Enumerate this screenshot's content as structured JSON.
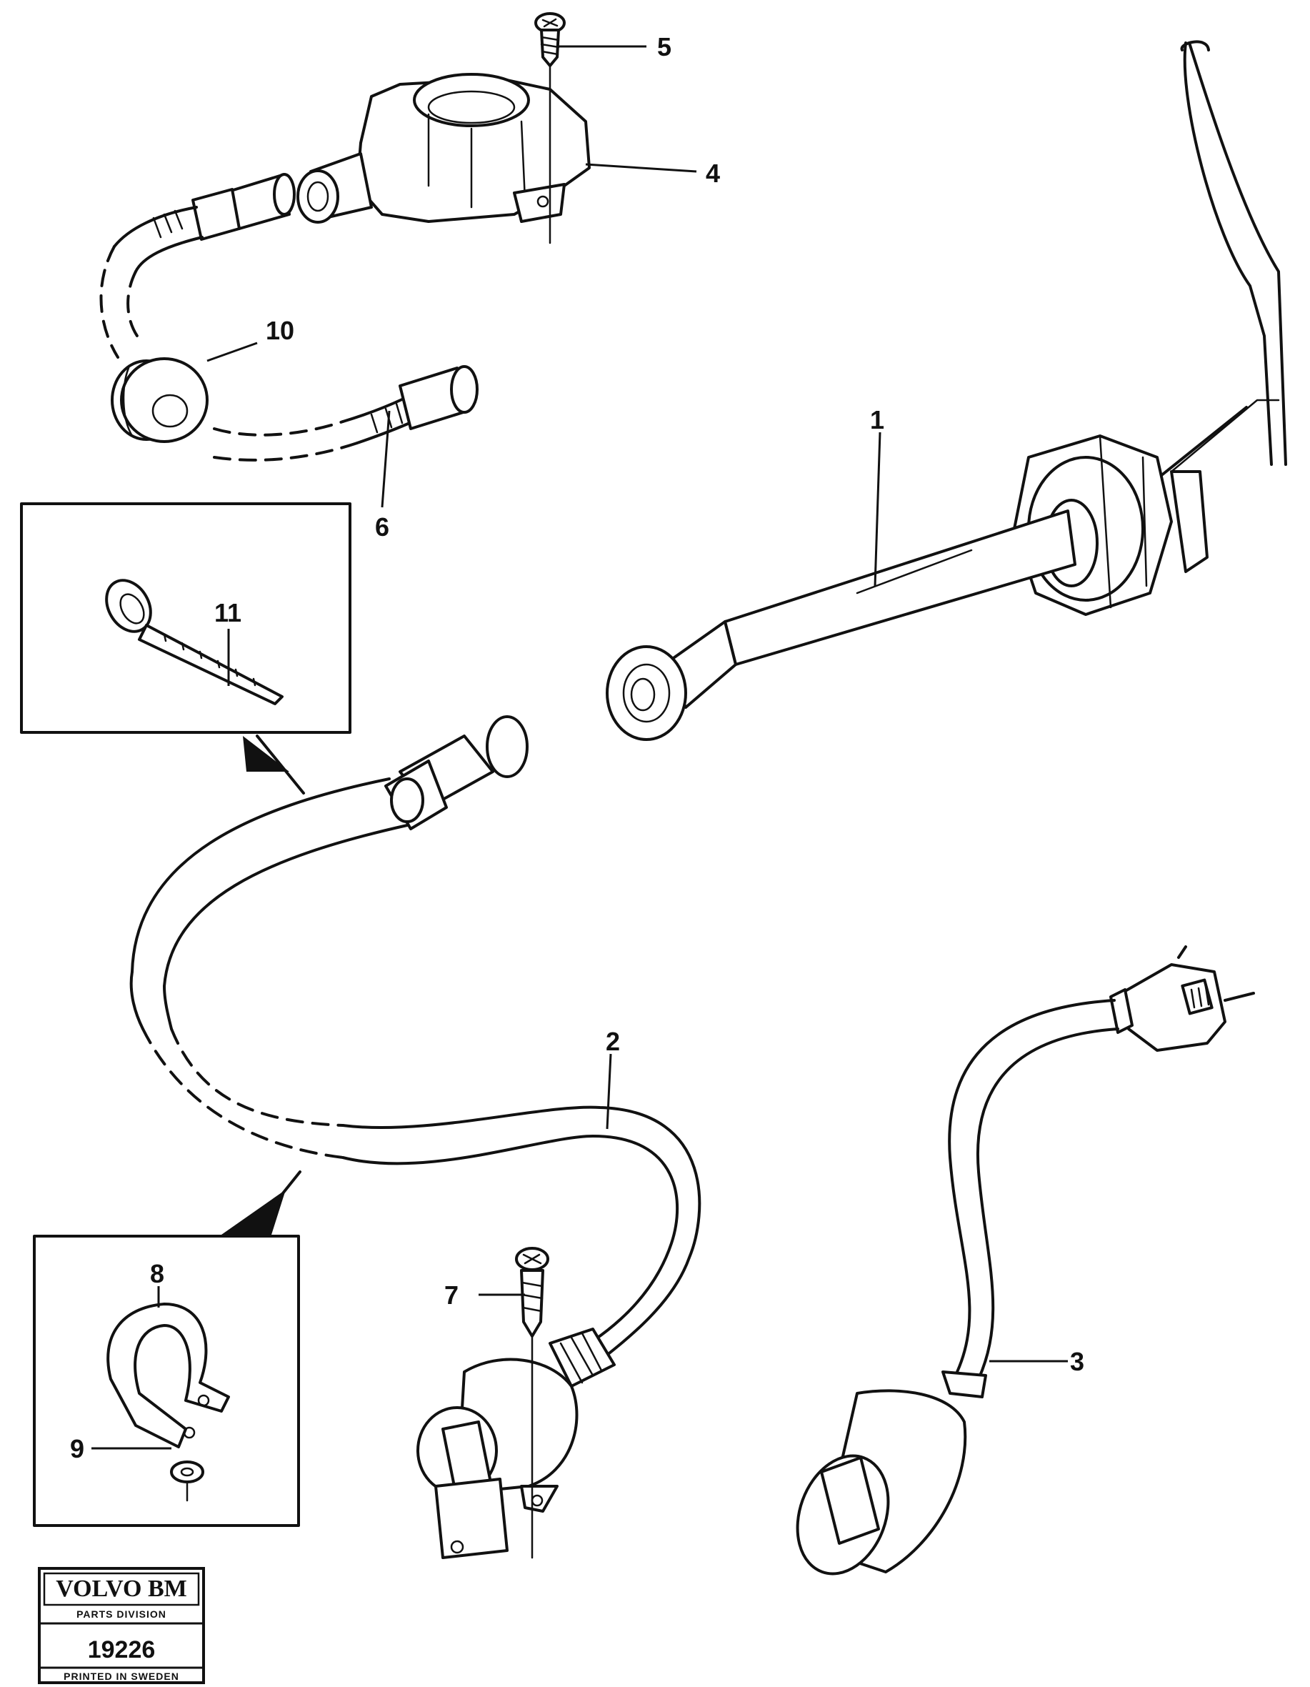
{
  "callouts": {
    "c1": "1",
    "c2": "2",
    "c3": "3",
    "c4": "4",
    "c5": "5",
    "c6": "6",
    "c7": "7",
    "c8": "8",
    "c9": "9",
    "c10": "10",
    "c11": "11"
  },
  "stamp": {
    "brand": "VOLVO BM",
    "division": "PARTS DIVISION",
    "number": "19226",
    "printed": "PRINTED IN SWEDEN"
  }
}
